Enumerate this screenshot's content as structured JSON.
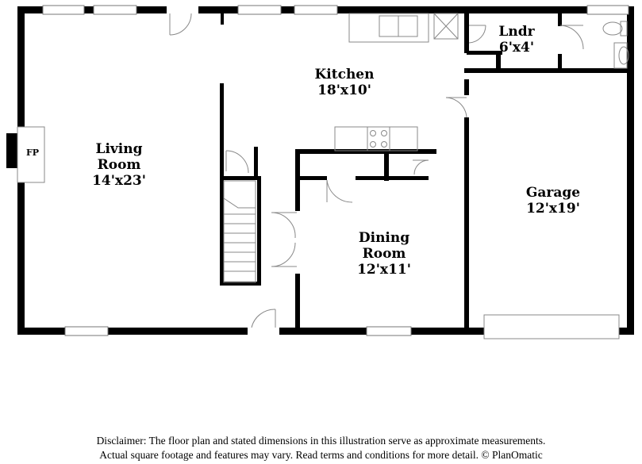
{
  "rooms": {
    "kitchen": {
      "name": "Kitchen",
      "dims": "18'x10'"
    },
    "laundry": {
      "name": "Lndr",
      "dims": "6'x4'"
    },
    "living": {
      "name_line1": "Living",
      "name_line2": "Room",
      "dims": "14'x23'"
    },
    "dining": {
      "name_line1": "Dining",
      "name_line2": "Room",
      "dims": "12'x11'"
    },
    "garage": {
      "name": "Garage",
      "dims": "12'x19'"
    }
  },
  "fireplace": {
    "label": "FP"
  },
  "disclaimer": {
    "line1": "Disclaimer: The floor plan and stated dimensions in this illustration serve as approximate measurements.",
    "line2": "Actual square footage and features may vary. Read terms and conditions for more detail. © PlanOmatic"
  }
}
